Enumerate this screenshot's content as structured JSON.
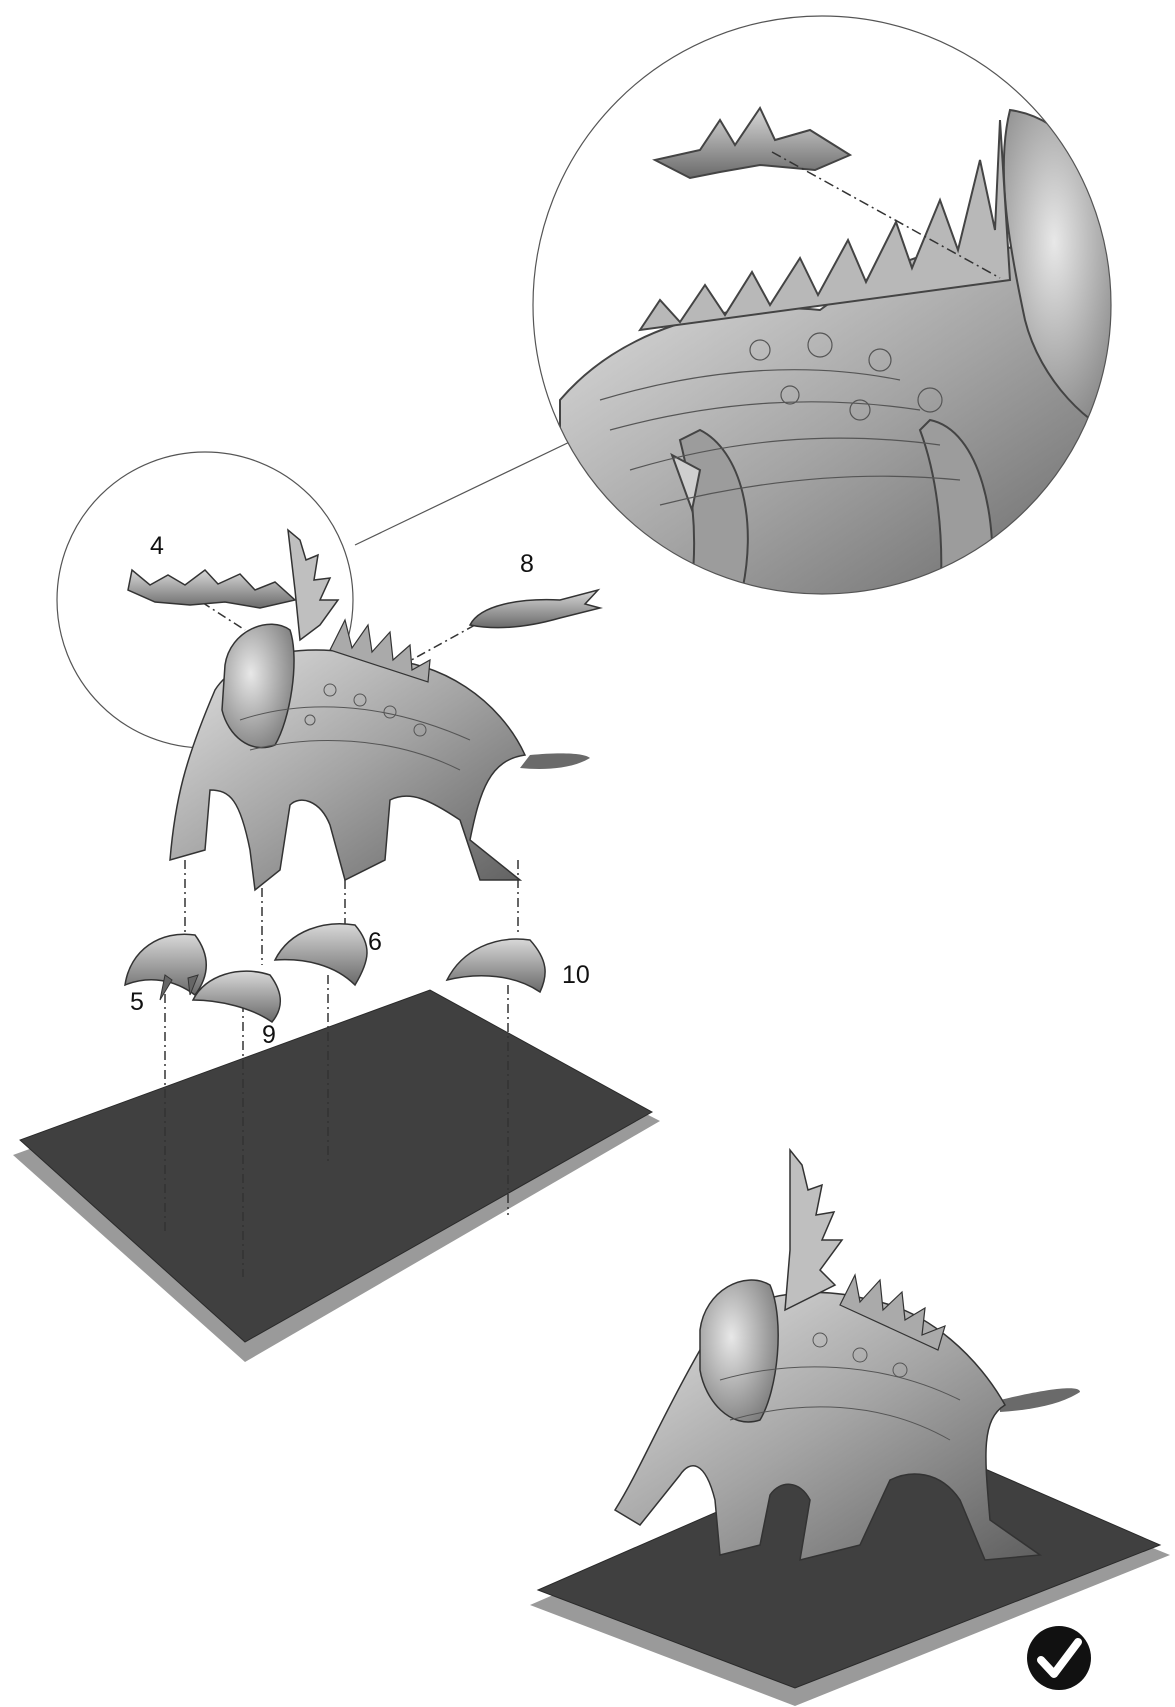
{
  "diagram": {
    "part_labels": {
      "spine_front": "4",
      "spine_rear": "8",
      "claw_front_left": "5",
      "claw_front_right": "6",
      "claw_mid": "9",
      "claw_rear": "10"
    },
    "complete_indicator": "check-circle-icon"
  },
  "colors": {
    "base_top": "#404040",
    "base_edge": "#9a9a9a",
    "model_fill": "#a7a7a7",
    "model_shadow": "#6d6d6d",
    "model_highlight": "#dcdcdc",
    "guide_line": "#333333",
    "check_fill": "#111111"
  }
}
